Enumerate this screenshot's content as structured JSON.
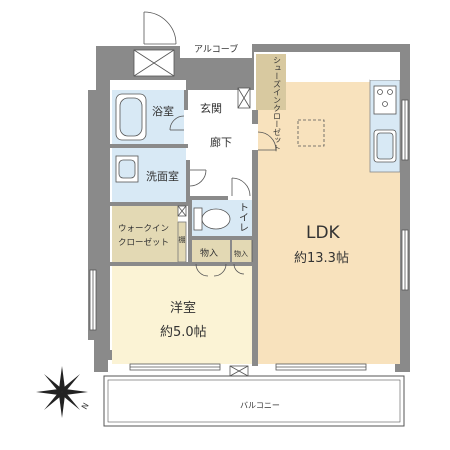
{
  "colors": {
    "wall": "#8a8a8a",
    "wall_dark": "#6f6f6f",
    "ldk_floor": "#f8e2bd",
    "western_floor": "#fbf3d5",
    "wet_floor": "#d8e9f5",
    "closet_floor": "#e3d9b4",
    "shoes_floor": "#d8c9a0",
    "hall_floor": "#ffffff",
    "line": "#555555"
  },
  "rooms": {
    "alcove": "アルコーブ",
    "bath": "浴室",
    "genkan": "玄関",
    "rouka": "廊下",
    "washroom": "洗面室",
    "toilet": "トイレ",
    "walkin_line1": "ウォークイン",
    "walkin_line2": "クローゼット",
    "hanger": "棚",
    "storage1": "物入",
    "storage2": "物入",
    "shoes_closet": "シューズインクローゼット",
    "ldk_name": "LDK",
    "ldk_size": "約13.3帖",
    "western_name": "洋室",
    "western_size": "約5.0帖",
    "balcony": "バルコニー"
  },
  "compass": {
    "north_label": "N"
  },
  "icons": [
    "compass-icon",
    "bathtub-icon",
    "sink-icon",
    "toilet-icon",
    "stove-icon",
    "kitchen-sink-icon",
    "door-swing-icon",
    "pipe-shaft-icon"
  ]
}
